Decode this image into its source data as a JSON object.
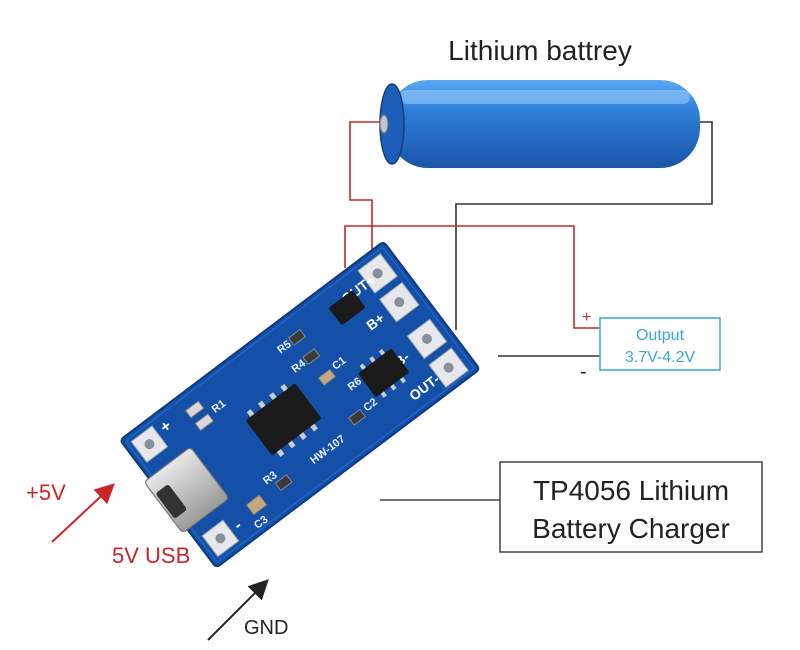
{
  "labels": {
    "battery_title": "Lithium battrey",
    "output_line1": "Output",
    "output_line2": "3.7V-4.2V",
    "plus": "+",
    "minus": "-",
    "charger_line1": "TP4056 Lithium",
    "charger_line2": "Battery Charger",
    "plus5v": "+5V",
    "usb": "5V USB",
    "gnd": "GND"
  },
  "board": {
    "pads": {
      "out_plus": "OUT+",
      "b_plus": "B+",
      "b_minus": "B-",
      "out_minus": "OUT-"
    },
    "silkscreen": {
      "plus": "+",
      "minus": "-",
      "r3": "R3",
      "r4": "R4",
      "r5": "R5",
      "r6": "R6",
      "r1": "R1",
      "c1": "C1",
      "c2": "C2",
      "c3": "C3",
      "model": "HW-107"
    }
  },
  "colors": {
    "wire_positive": "#c8262a",
    "wire_negative": "#333333",
    "pcb": "#1450a8",
    "battery": "#2e7fd8",
    "output_box": "#3aa6d6"
  }
}
